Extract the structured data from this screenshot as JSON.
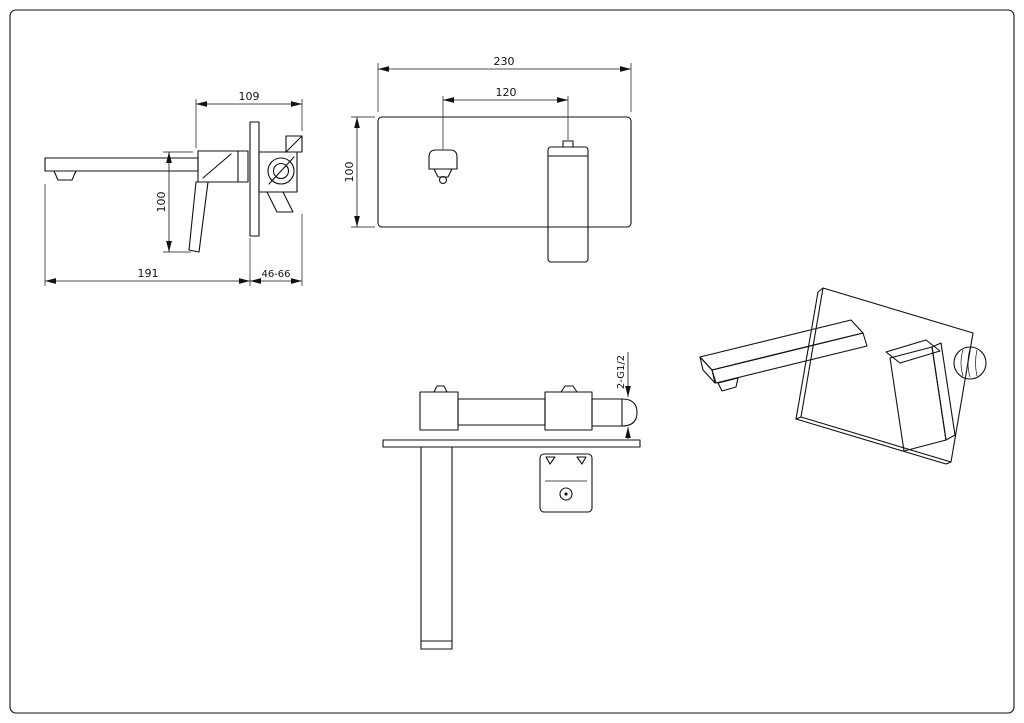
{
  "side_view": {
    "dim_top_width": "109",
    "dim_height": "100",
    "dim_spout_reach": "191",
    "dim_wall_depth": "46-66"
  },
  "front_view": {
    "dim_plate_width": "230",
    "dim_hole_spacing": "120",
    "dim_plate_height": "100"
  },
  "plan_view": {
    "dim_inlet_thread": "2-G1/2"
  }
}
